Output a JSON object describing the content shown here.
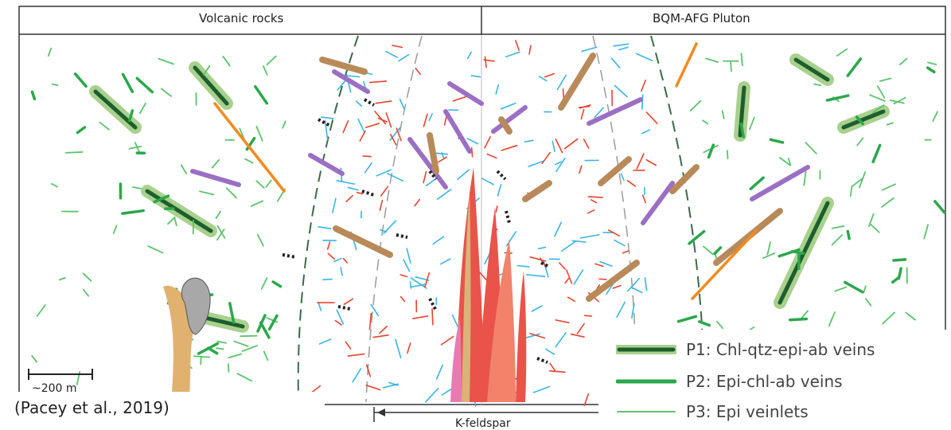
{
  "header": {
    "left_title": "Volcanic rocks",
    "right_title": "BQM-AFG Pluton"
  },
  "scale": {
    "label": "~200 m"
  },
  "bottom_arrow": {
    "label": "K-feldspar"
  },
  "citation": "(Pacey et al., 2019)",
  "legend": {
    "items": [
      {
        "label": "P1: Chl-qtz-epi-ab veins",
        "symbol": "thick-dark-green-line-with-light-halo"
      },
      {
        "label": "P2: Epi-chl-ab veins",
        "symbol": "medium-green-line"
      },
      {
        "label": "P3: Epi veinlets",
        "symbol": "thin-green-line"
      }
    ]
  },
  "colors": {
    "p1_core": "#1d5e2c",
    "p1_halo": "#a9d18e",
    "p2": "#2aa84a",
    "p3": "#5cc36b",
    "purple_vein": "#9b6fc4",
    "tan_vein": "#b88a5a",
    "orange_vein": "#f28a1e",
    "blue_veinlet": "#39b4e6",
    "red_veinlet": "#e8432f",
    "core_red": "#e9534a",
    "core_salmon": "#f2826a",
    "core_pink": "#e97bb3",
    "core_tan": "#d9b37a",
    "dike_tan": "#e0b16f",
    "dike_xenolith": "#a8a8a8",
    "dashed_boundary": "#3a6b45",
    "gray_dashed": "#9a9a9a"
  }
}
